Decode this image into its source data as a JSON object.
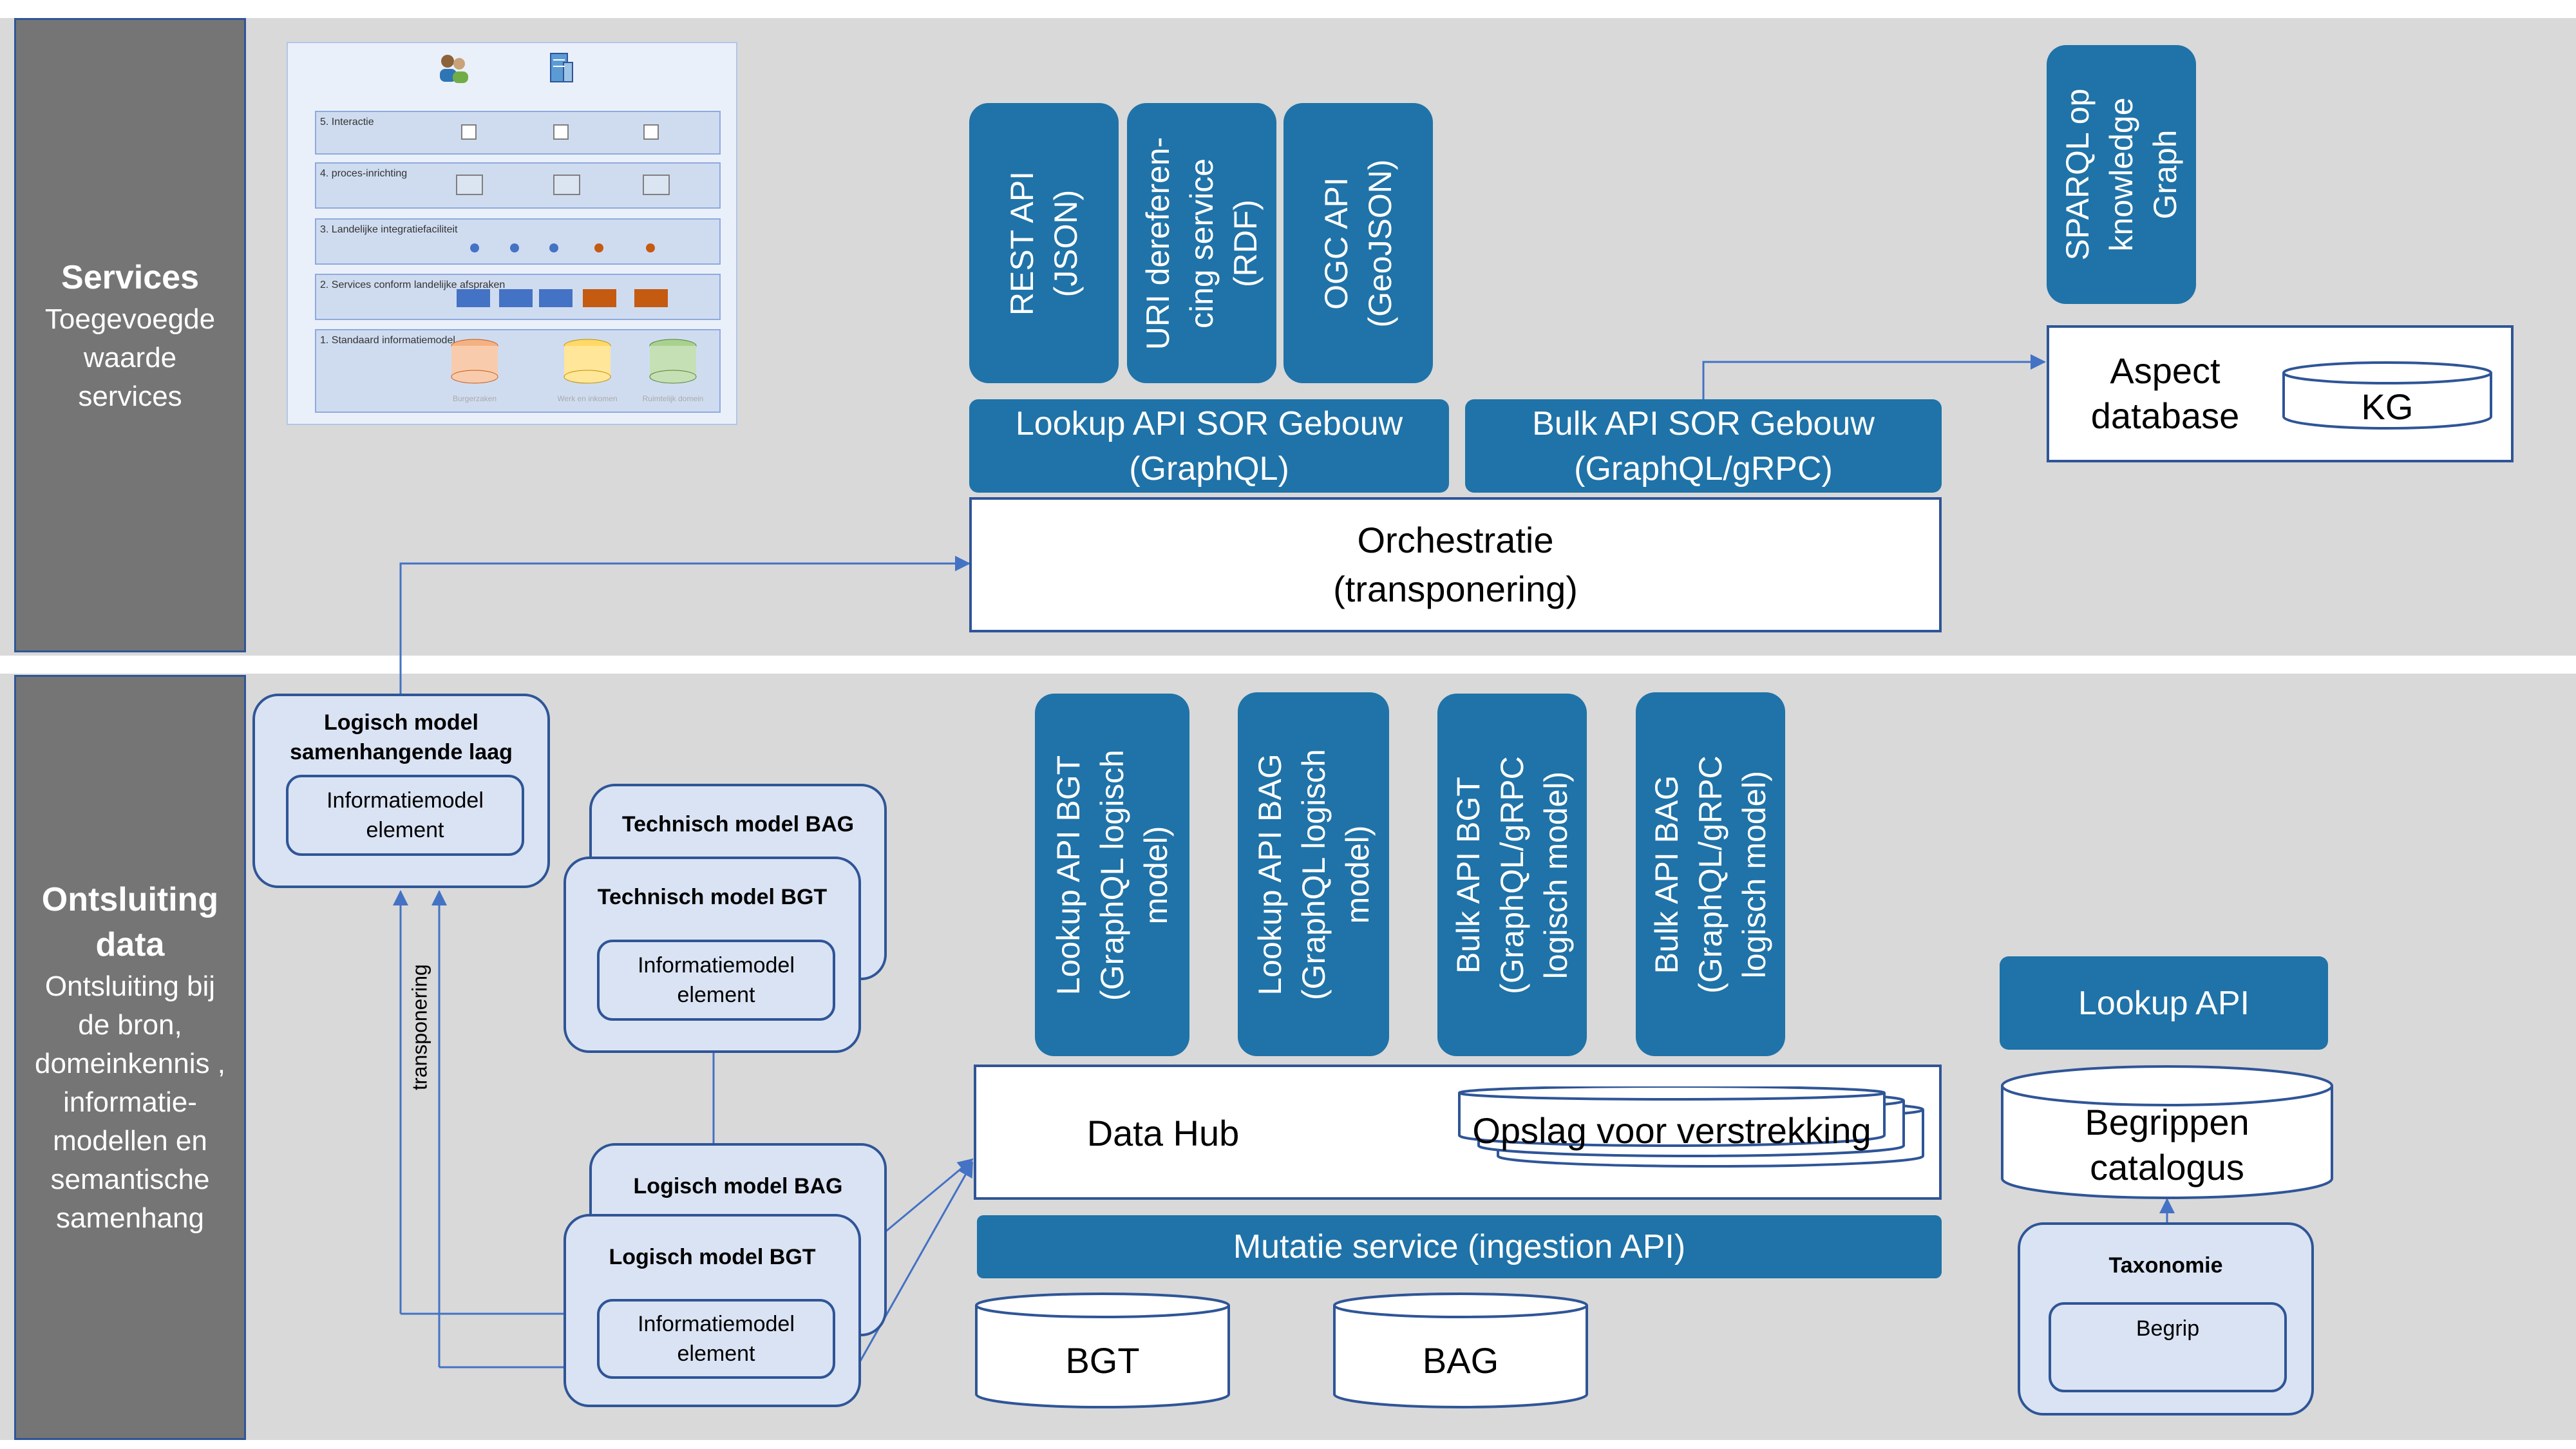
{
  "layers": {
    "services": {
      "title": "Services",
      "subtitle": "Toegevoegde waarde services"
    },
    "ontsluiting": {
      "title": "Ontsluiting data",
      "subtitle": "Ontsluiting bij de bron, domeinkennis , informatie-modellen en semantische samenhang"
    }
  },
  "thumbnail": {
    "rows": [
      "5. Interactie",
      "4. proces-inrichting",
      "3. Landelijke integratiefaciliteit",
      "2. Services conform landelijke afspraken",
      "1. Standaard informatiemodel"
    ],
    "captions": [
      "Burgerzaken",
      "Werk en inkomen",
      "Ruimtelijk domein"
    ]
  },
  "service_apis": {
    "rest": "REST API\n(JSON)",
    "uri": "URI dereferen-\ncing service\n(RDF)",
    "ogc": "OGC API\n(GeoJSON)",
    "sparql": "SPARQL op\nknowledge\nGraph",
    "lookup_sor": "Lookup API SOR Gebouw\n(GraphQL)",
    "bulk_sor": "Bulk API SOR Gebouw\n(GraphQL/gRPC)"
  },
  "orchestratie": "Orchestratie\n(transponering)",
  "aspect_db": {
    "label": "Aspect\ndatabase",
    "kg": "KG"
  },
  "data_apis": {
    "lookup_bgt": "Lookup API BGT\n(GraphQL logisch\nmodel)",
    "lookup_bag": "Lookup API BAG\n(GraphQL logisch\nmodel)",
    "bulk_bgt": "Bulk API BGT\n(GraphQL/gRPC\nlogisch model)",
    "bulk_bag": "Bulk API BAG\n(GraphQL/gRPC\nlogisch model)"
  },
  "data_hub": {
    "label": "Data Hub",
    "storage": "Opslag voor verstrekking"
  },
  "mutatie": "Mutatie service (ingestion API)",
  "sources": {
    "bgt": "BGT",
    "bag": "BAG"
  },
  "models": {
    "logisch_samenhang": "Logisch model\nsamenhangende laag",
    "element": "Informatiemodel\nelement",
    "technisch_bag": "Technisch model BAG",
    "technisch_bgt": "Technisch model BGT",
    "logisch_bag": "Logisch model BAG",
    "logisch_bgt": "Logisch model BGT",
    "transponering": "transponering"
  },
  "begrippen": {
    "lookup": "Lookup API",
    "catalogus": "Begrippen\ncatalogus",
    "taxonomie": "Taxonomie",
    "begrip": "Begrip"
  },
  "colors": {
    "api_blue": "#1f73a8",
    "border_blue": "#2f5597",
    "model_fill": "#dae3f3",
    "band_gray": "#d9d9d9",
    "side_gray": "#757575"
  }
}
